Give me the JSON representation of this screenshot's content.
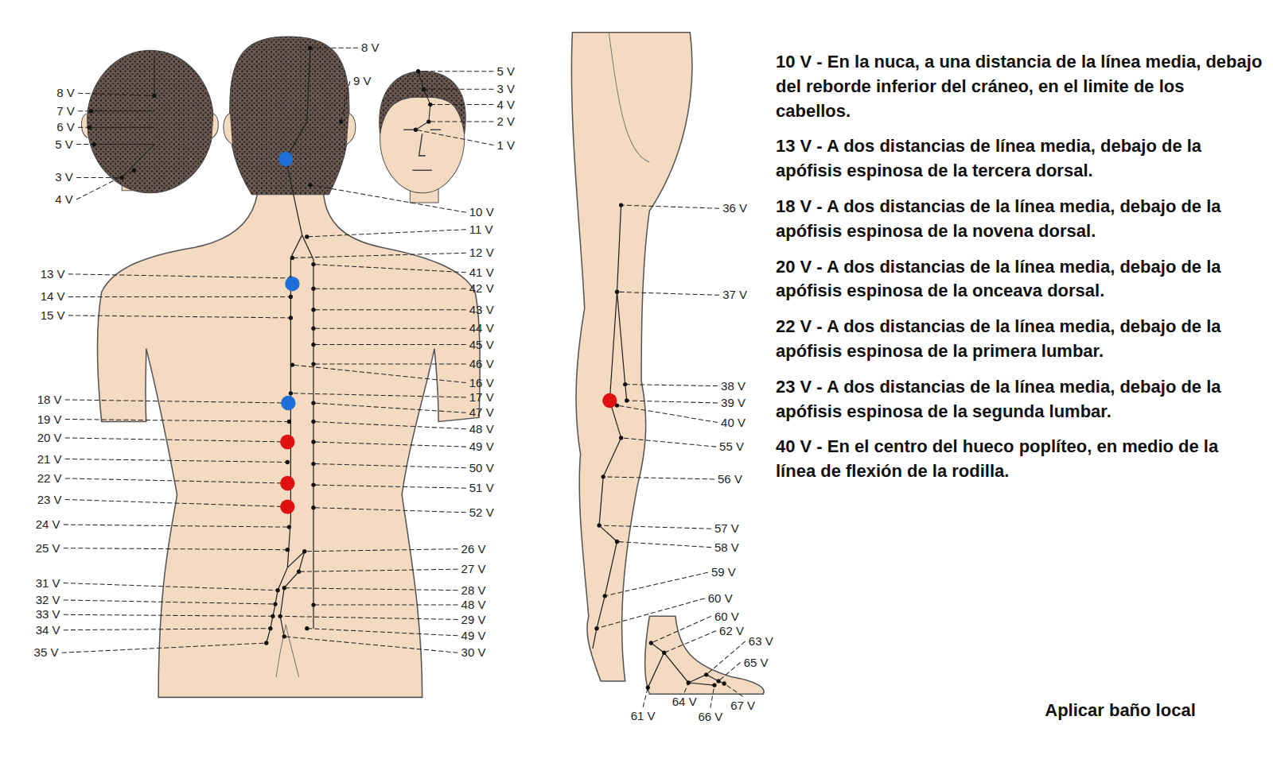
{
  "diagram": {
    "labels": [
      "8 V",
      "7 V",
      "6 V",
      "5 V",
      "3 V",
      "4 V",
      "8 V",
      "9 V",
      "5 V",
      "3 V",
      "4 V",
      "2 V",
      "1 V",
      "10 V",
      "11 V",
      "12 V",
      "41 V",
      "42 V",
      "43 V",
      "44 V",
      "45 V",
      "46 V",
      "16 V",
      "17 V",
      "47 V",
      "48 V",
      "49 V",
      "50 V",
      "51 V",
      "52 V",
      "26 V",
      "27 V",
      "28 V",
      "48 V",
      "29 V",
      "49 V",
      "30 V",
      "13 V",
      "14 V",
      "15 V",
      "18 V",
      "19 V",
      "20 V",
      "21 V",
      "22 V",
      "23 V",
      "24 V",
      "25 V",
      "31 V",
      "32 V",
      "33 V",
      "34 V",
      "35 V",
      "36 V",
      "37 V",
      "38 V",
      "39 V",
      "40 V",
      "55 V",
      "56 V",
      "57 V",
      "58 V",
      "59 V",
      "60 V",
      "60 V",
      "62 V",
      "63 V",
      "65 V",
      "61 V",
      "64 V",
      "66 V",
      "67 V",
      "10 V - En la nuca, a una distancia de la línea media, debajo del reborde inferior del cráneo, en el limite de los cabellos.",
      "13 V - A dos distancias de línea media, debajo de la apófisis espinosa de la tercera dorsal.",
      "18 V - A dos distancias de la línea media, debajo de la apófisis espinosa de la novena dorsal.",
      "20 V - A dos distancias de la línea media, debajo de la apófisis espinosa de la onceava dorsal.",
      "22 V - A dos distancias de la línea media, debajo de la apófisis espinosa de la primera lumbar.",
      "23 V - A dos distancias de la línea media, debajo de la apófisis espinosa de la segunda lumbar.",
      "40 V - En el centro del hueco poplíteo, en medio de la línea de flexión de la rodilla.",
      "Aplicar baño local"
    ]
  }
}
